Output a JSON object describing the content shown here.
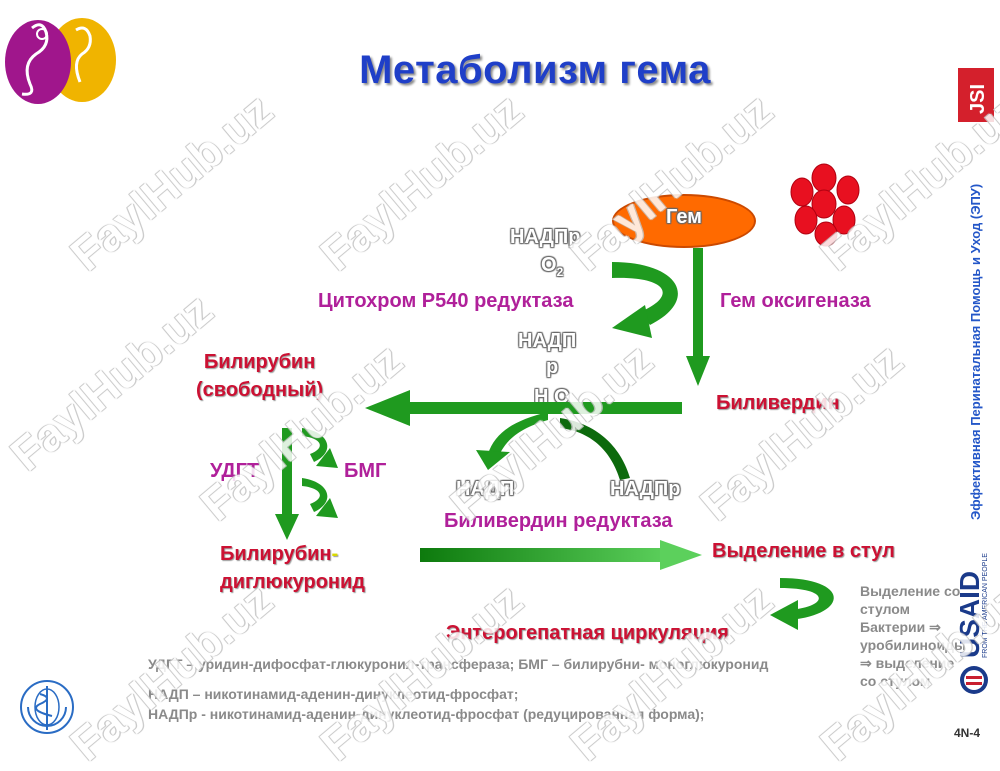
{
  "title": "Метаболизм гема",
  "nodes": {
    "heme": "Гем",
    "biliverdin": "Биливердин",
    "bilirubin_free_1": "Билирубин",
    "bilirubin_free_2": "(свободный)",
    "bilirubin_dg_1": "Билирубин",
    "bilirubin_dg_dash": "-",
    "bilirubin_dg_2": "диглюкуронид",
    "excretion": "Выделение в стул",
    "enterohepatic": "Энтерогепатная циркуляция"
  },
  "enzymes": {
    "heme_oxygenase": "Гем оксигеназа",
    "cytochrome": "Цитохром Р540 редуктаза",
    "biliverdin_reductase": "Биливердин редуктаза",
    "udgt": "УДГТ",
    "bmg": "БМГ"
  },
  "cofactors": {
    "nadpr_top": "НАДПр",
    "o2_o": "O",
    "o2_sub": "2",
    "nadp_mid_1": "НАДП",
    "nadp_mid_2": "р",
    "h2o": "Н О",
    "nadp_bottom": "НАДП",
    "nadpr_bottom": "НАДПр"
  },
  "notes": {
    "line1": "Выделение со",
    "line2": "стулом",
    "line3": "Бактерии ⇒",
    "line4": "уробилиноиды",
    "line5": "⇒ выделение",
    "line6": "со стулом"
  },
  "footnotes": {
    "udgt_bmg": "УДГТ – уридин-дифосфат-глюкуронил-трансфераза; БМГ – билирубни- моноглюкуронид",
    "nadp": "НАДП – никотинамид-аденин-динуклеотид-фросфат;",
    "nadpr": "НАДПр - никотинамид-аденин-динуклеотид-фросфат (редуцированная форма);"
  },
  "sidebar_text": "Эффективная Перинатальная Помощь и Уход (ЭПУ)",
  "logos": {
    "jsi": "JSI",
    "usaid": "USAID",
    "usaid_tag": "FROM THE AMERICAN PEOPLE"
  },
  "watermark": "FaylHub.uz",
  "slide_number": "4N-4",
  "colors": {
    "title": "#1f3fc8",
    "node_red": "#cc1133",
    "enzyme_magenta": "#b0209a",
    "arrow_green": "#1f9a1f",
    "heme_fill": "#ff6a00",
    "rbc_red": "#e81020",
    "sidebar_blue": "#2457c8",
    "note_gray": "#8a8a8a"
  }
}
